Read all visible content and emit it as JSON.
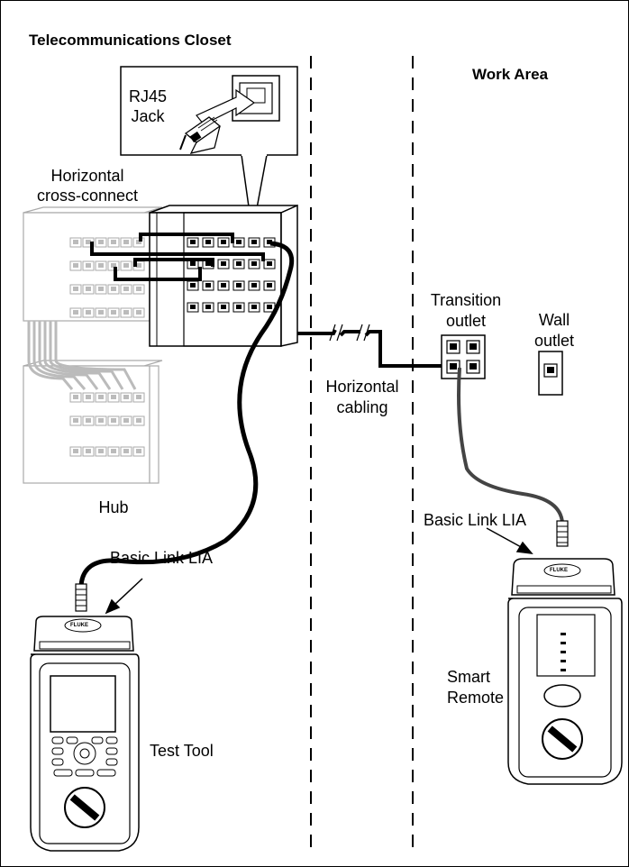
{
  "zones": {
    "closet_title": "Telecommunications Closet",
    "work_area_title": "Work Area"
  },
  "labels": {
    "rj45_line1": "RJ45",
    "rj45_line2": "Jack",
    "hcc_line1": "Horizontal",
    "hcc_line2": "cross-connect",
    "hub": "Hub",
    "horiz_cabling_line1": "Horizontal",
    "horiz_cabling_line2": "cabling",
    "transition_line1": "Transition",
    "transition_line2": "outlet",
    "wall_line1": "Wall",
    "wall_line2": "outlet",
    "lia_left": "Basic Link LIA",
    "lia_right": "Basic Link LIA",
    "test_tool": "Test Tool",
    "smart_remote_line1": "Smart",
    "smart_remote_line2": "Remote"
  },
  "brand": {
    "logo_text": "FLUKE"
  }
}
